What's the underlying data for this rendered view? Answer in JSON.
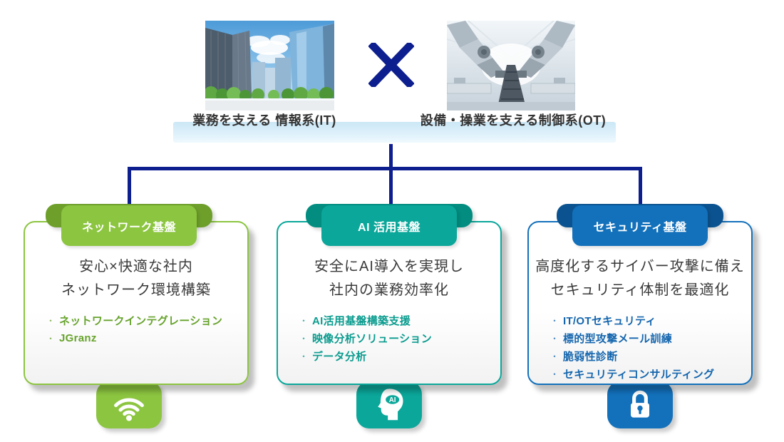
{
  "palette": {
    "connector_navy": "#0D1E8F",
    "band_blue_top": "#CBE7F6",
    "band_blue_bottom": "#EFF9FE",
    "text_dark": "#333333"
  },
  "header": {
    "it_caption": "業務を支える 情報系(IT)",
    "ot_caption": "設備・操業を支える制御系(OT)",
    "multiply_sign": "×",
    "it_image": "office-buildings-photo",
    "ot_image": "robot-arms-factory-photo"
  },
  "cards": [
    {
      "title": "ネットワーク基盤",
      "description_lines": [
        "安心×快適な社内",
        "ネットワーク環境構築"
      ],
      "bullets": [
        "ネットワークインテグレーション",
        "JGranz"
      ],
      "icon": "wifi-icon",
      "colors": {
        "main": "#8CC540",
        "dark": "#6E9F2B",
        "bullet": "#67A32D"
      }
    },
    {
      "title": "AI 活用基盤",
      "description_lines": [
        "安全にAI導入を実現し",
        "社内の業務効率化"
      ],
      "bullets": [
        "AI活用基盤構築支援",
        "映像分析ソリューション",
        "データ分析"
      ],
      "icon": "ai-head-icon",
      "colors": {
        "main": "#0BA79A",
        "dark": "#028D80",
        "bullet": "#0B9C8F"
      }
    },
    {
      "title": "セキュリティ基盤",
      "description_lines": [
        "高度化するサイバー攻撃に備え",
        "セキュリティ体制を最適化"
      ],
      "bullets": [
        "IT/OTセキュリティ",
        "標的型攻撃メール訓練",
        "脆弱性診断",
        "セキュリティコンサルティング"
      ],
      "icon": "lock-icon",
      "colors": {
        "main": "#1371BB",
        "dark": "#0B5390",
        "bullet": "#1566AE"
      }
    }
  ]
}
